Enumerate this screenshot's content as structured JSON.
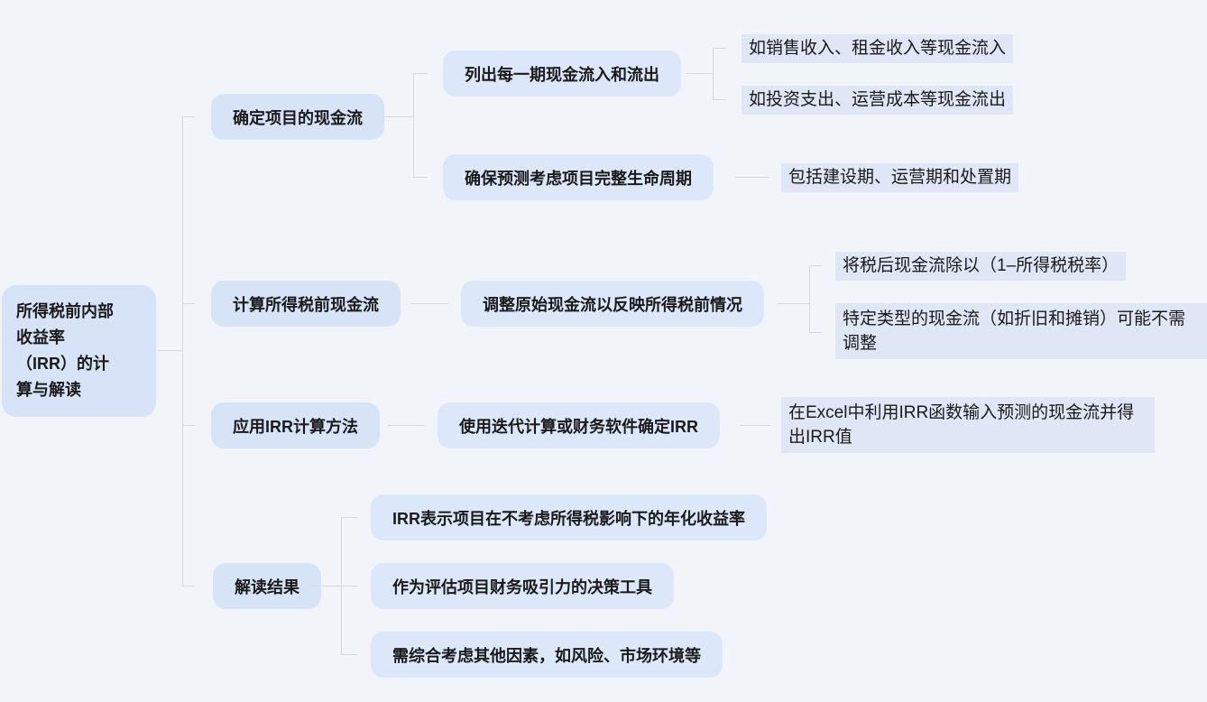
{
  "colors": {
    "bg": "#f1f4f9",
    "branch_fill": "#d7e4f8",
    "sub_fill": "#dce8fa",
    "leaf_fill": "#dfe6f5",
    "connector": "#d5d8dc",
    "text": "#1a1a1a"
  },
  "mindmap": {
    "root": {
      "label": "所得税前内部\n收益率\n（IRR）的计\n算与解读"
    },
    "branches": [
      {
        "label": "确定项目的现金流",
        "children": [
          {
            "label": "列出每一期现金流入和流出",
            "children": [
              {
                "label": "如销售收入、租金收入等现金流入"
              },
              {
                "label": "如投资支出、运营成本等现金流出"
              }
            ]
          },
          {
            "label": "确保预测考虑项目完整生命周期",
            "children": [
              {
                "label": "包括建设期、运营期和处置期"
              }
            ]
          }
        ]
      },
      {
        "label": "计算所得税前现金流",
        "children": [
          {
            "label": "调整原始现金流以反映所得税前情况",
            "children": [
              {
                "label": "将税后现金流除以（1–所得税税率）"
              },
              {
                "label": "特定类型的现金流（如折旧和摊销）可能不需调整"
              }
            ]
          }
        ]
      },
      {
        "label": "应用IRR计算方法",
        "children": [
          {
            "label": "使用迭代计算或财务软件确定IRR",
            "children": [
              {
                "label": "在Excel中利用IRR函数输入预测的现金流并得出IRR值"
              }
            ]
          }
        ]
      },
      {
        "label": "解读结果",
        "children": [
          {
            "label": "IRR表示项目在不考虑所得税影响下的年化收益率"
          },
          {
            "label": "作为评估项目财务吸引力的决策工具"
          },
          {
            "label": "需综合考虑其他因素，如风险、市场环境等"
          }
        ]
      }
    ]
  }
}
